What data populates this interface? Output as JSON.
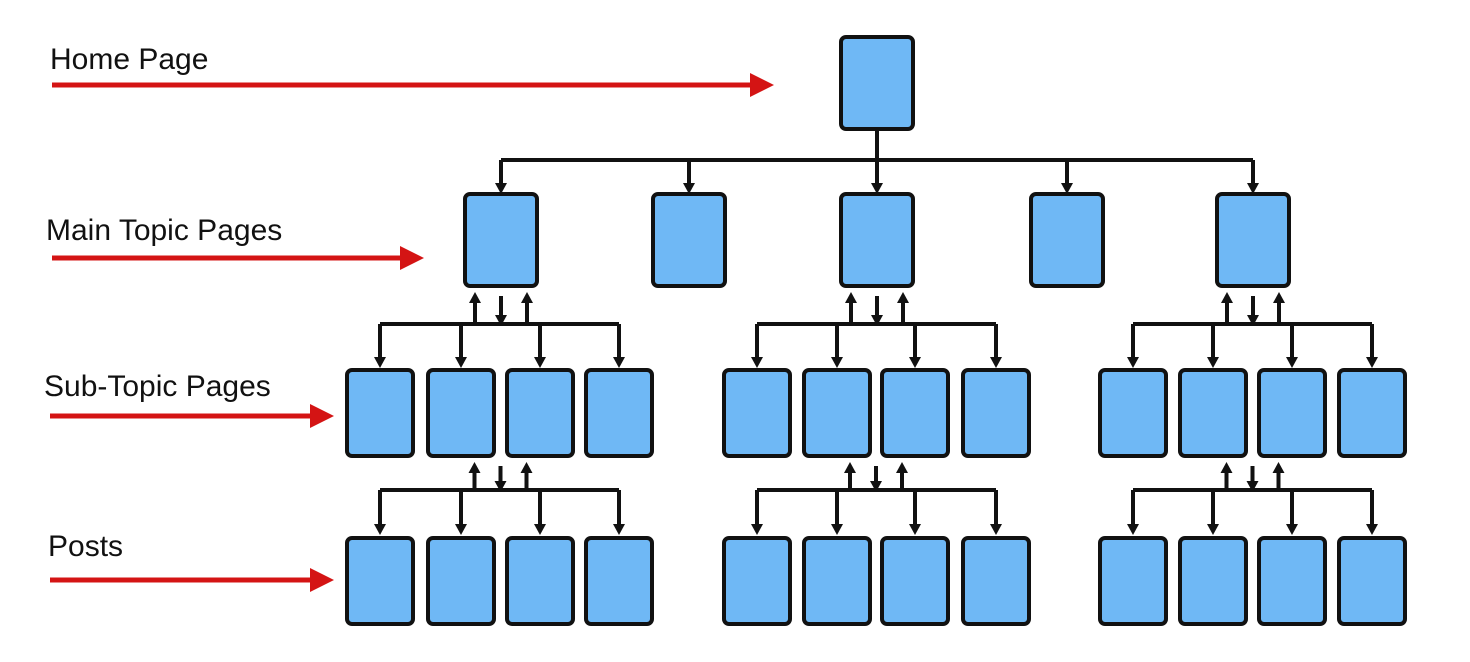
{
  "levels": [
    {
      "id": "home",
      "label": "Home Page"
    },
    {
      "id": "main",
      "label": "Main Topic Pages"
    },
    {
      "id": "sub",
      "label": "Sub-Topic Pages"
    },
    {
      "id": "posts",
      "label": "Posts"
    }
  ],
  "structure": {
    "home_pages": 1,
    "main_topic_pages": 5,
    "main_topics_with_subtopics": [
      1,
      3,
      5
    ],
    "subtopics_per_main_topic": 4,
    "posts_per_subtopic_group": 4
  },
  "colors": {
    "page_fill": "#6fb8f5",
    "page_stroke": "#111111",
    "connector": "#111111",
    "level_arrow": "#d41414",
    "label_text": "#111111"
  }
}
